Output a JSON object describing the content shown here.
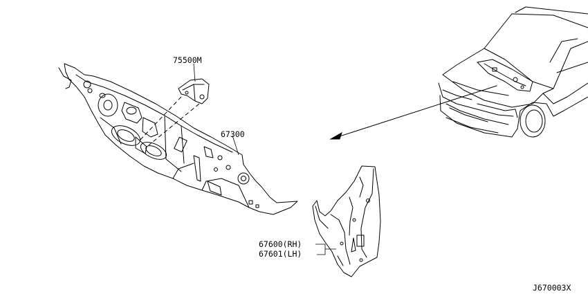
{
  "diagram": {
    "parts": [
      {
        "number": "75500M"
      },
      {
        "number": "67300"
      },
      {
        "number": "67600(RH)"
      },
      {
        "number": "67601(LH)"
      }
    ],
    "figure_code": "J670003X"
  }
}
